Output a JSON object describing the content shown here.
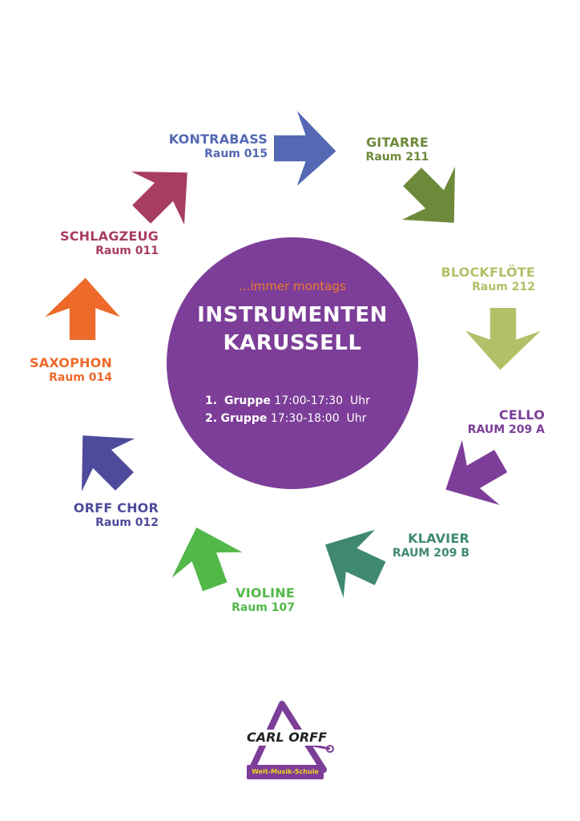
{
  "tagline": "...immer montags",
  "title_line1": "INSTRUMENTEN",
  "title_line2": "KARUSSELL",
  "schedule": [
    {
      "num": "1.",
      "group": "Gruppe",
      "time": "17:00-17:30",
      "unit": "Uhr"
    },
    {
      "num": "2.",
      "group": "Gruppe",
      "time": "17:30-18:00",
      "unit": "Uhr"
    }
  ],
  "stations": {
    "kontrabass": {
      "name": "KONTRABASS",
      "room": "Raum 015",
      "color": "#5468b3"
    },
    "gitarre": {
      "name": "GITARRE",
      "room": "Raum 211",
      "color": "#6d8a3b"
    },
    "blockfloete": {
      "name": "BLOCKFLÖTE",
      "room": "Raum 212",
      "color": "#b3c068"
    },
    "cello": {
      "name": "CELLO",
      "room": "RAUM 209 A",
      "color": "#7c3e98"
    },
    "klavier": {
      "name": "KLAVIER",
      "room": "RAUM 209 B",
      "color": "#3f8a6e"
    },
    "violine": {
      "name": "VIOLINE",
      "room": "Raum 107",
      "color": "#52b848"
    },
    "orff_chor": {
      "name": "ORFF CHOR",
      "room": "Raum 012",
      "color": "#4f4b9c"
    },
    "saxophon": {
      "name": "SAXOPHON",
      "room": "Raum 014",
      "color": "#ee6a2b"
    },
    "schlagzeug": {
      "name": "SCHLAGZEUG",
      "room": "Raum 011",
      "color": "#a73d62"
    }
  },
  "logo": {
    "name": "CARL ORFF",
    "subtitle": "Welt-Musik-Schule",
    "purple": "#7c3e98",
    "yellow": "#f4d11f"
  }
}
